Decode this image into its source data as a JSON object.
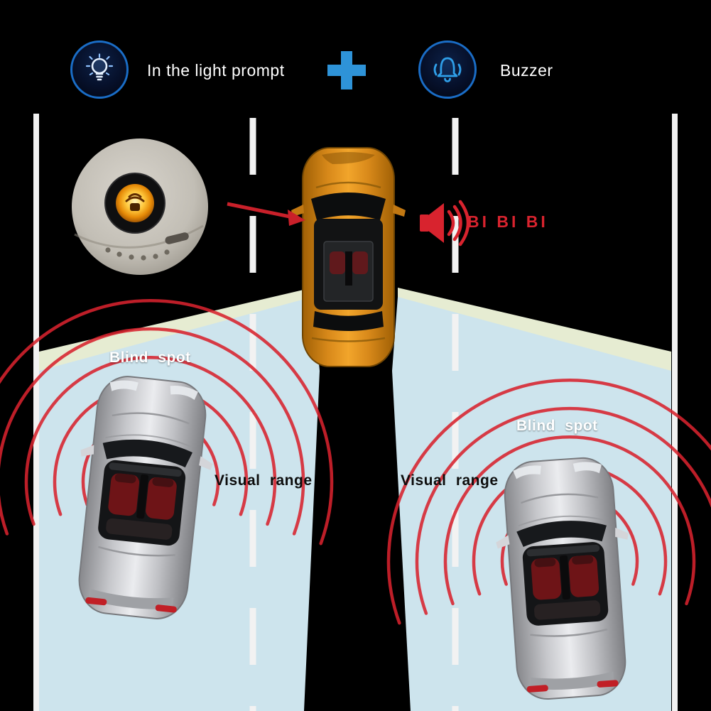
{
  "header": {
    "light_label": "In the light prompt",
    "buzzer_label": "Buzzer",
    "light_icon": "lightbulb-icon",
    "plus_icon": "plus-icon",
    "buzzer_icon": "bell-icon"
  },
  "scene": {
    "beep_text": "BI BI BI",
    "blind_spot_left": "Blind spot",
    "blind_spot_right": "Blind spot",
    "visual_range_left": "Visual range",
    "visual_range_right": "Visual range",
    "icons": {
      "speaker": "speaker-icon",
      "indicator_inset": "blind-spot-indicator-inset",
      "arrow": "pointer-arrow"
    }
  },
  "colors": {
    "accent_blue": "#2e93d8",
    "icon_ring_blue": "#1a6dc6",
    "alert_red": "#d8232e",
    "car_orange": "#e0921f",
    "cone_blue": "#cde4ed",
    "cone_yellow": "#e6ecd2",
    "lane_white": "#f2f2f2",
    "background": "#000000"
  }
}
